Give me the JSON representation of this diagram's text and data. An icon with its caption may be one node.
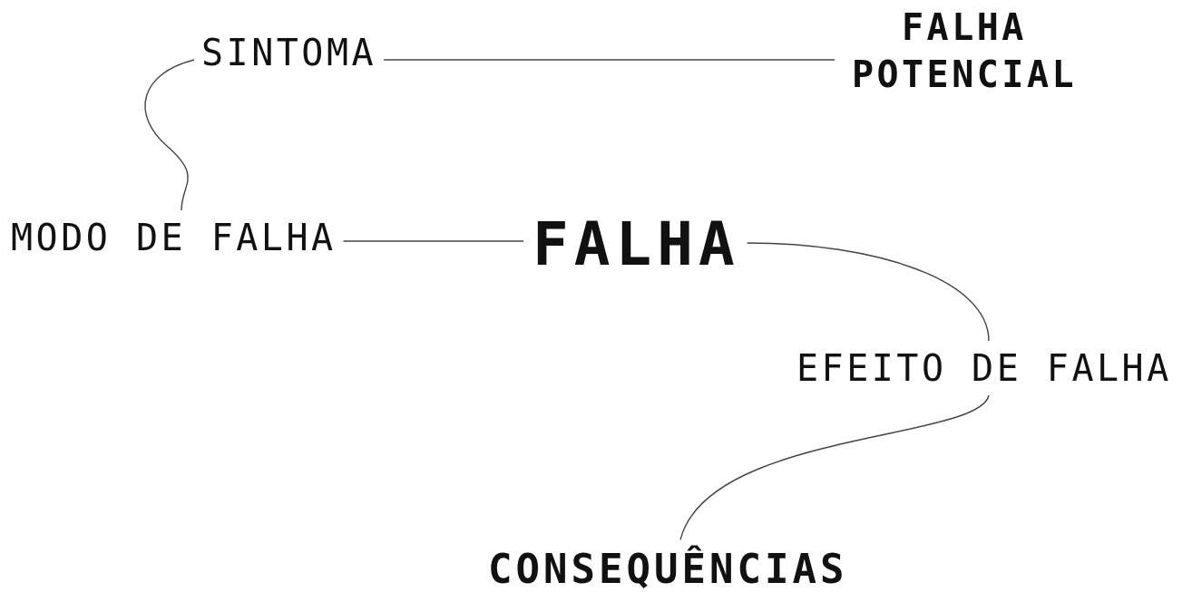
{
  "diagram": {
    "nodes": [
      {
        "text": [
          "SINTOMA"
        ]
      },
      {
        "text": [
          "FALHA POTENCIAL"
        ]
      },
      {
        "text": [
          "MODO DE FALHA"
        ]
      },
      {
        "text": [
          "FALHA"
        ]
      },
      {
        "text": [
          "EFEITO DE FALHA"
        ]
      },
      {
        "text": [
          "CONSEQUÊNCIAS"
        ]
      }
    ],
    "edges": [
      {
        "from": 0,
        "to": 1,
        "arrow": "none"
      },
      {
        "from": 0,
        "to": 2,
        "arrow": "none"
      },
      {
        "from": 2,
        "to": 3,
        "arrow": "none"
      },
      {
        "from": 3,
        "to": 4,
        "arrow": "none"
      },
      {
        "from": 4,
        "to": 5,
        "arrow": "none"
      }
    ]
  }
}
